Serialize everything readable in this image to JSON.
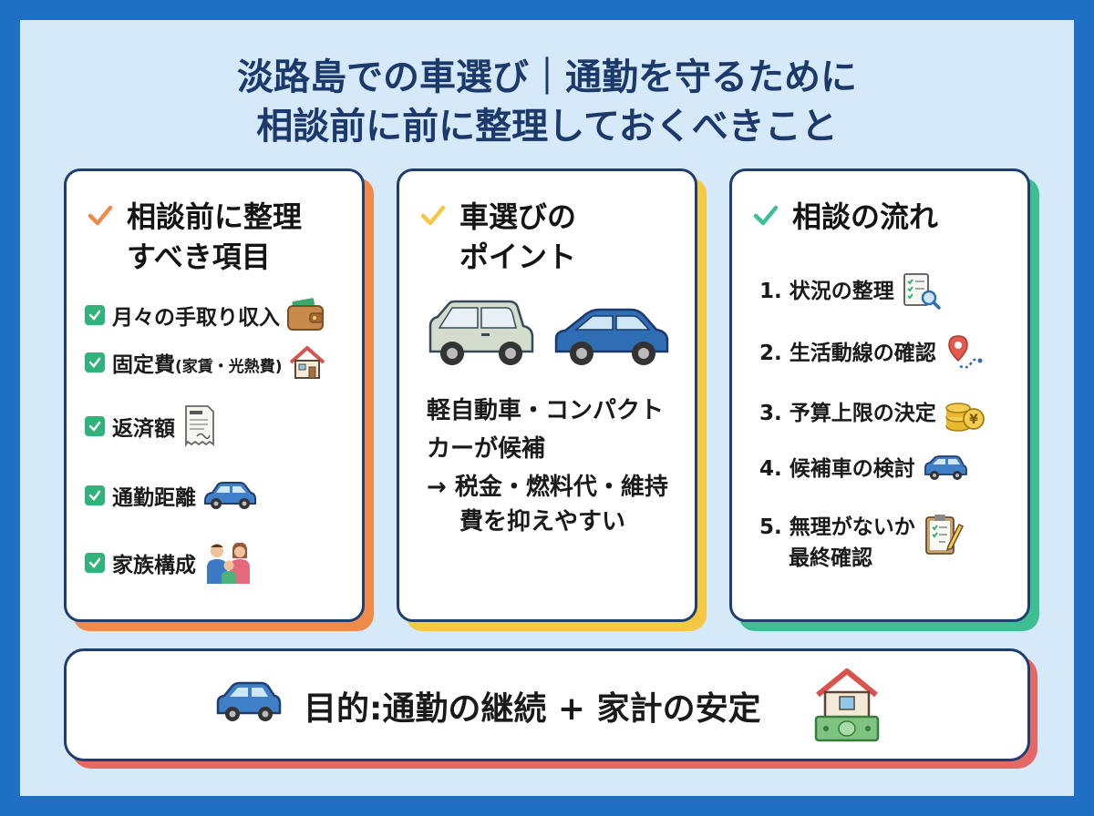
{
  "title": {
    "line1": "淡路島での車選び｜通勤を守るために",
    "line2": "相談前に前に整理しておくべきこと"
  },
  "colors": {
    "background": "#d6e9f8",
    "border": "#1f3d6e",
    "orange_accent": "#f08a4b",
    "yellow_accent": "#f5c842",
    "green_accent": "#3dbf93",
    "red_accent": "#e56766",
    "checkbox": "#2fb37a"
  },
  "card_prep": {
    "heading_line1": "相談前に整理",
    "heading_line2": "すべき項目",
    "items": [
      {
        "label": "月々の手取り収入",
        "icon": "wallet-icon"
      },
      {
        "label": "固定費",
        "note": "(家賃・光熱費)",
        "icon": "house-icon"
      },
      {
        "label": "返済額",
        "icon": "bill-icon"
      },
      {
        "label": "通勤距離",
        "icon": "car-icon"
      },
      {
        "label": "家族構成",
        "icon": "family-icon"
      }
    ]
  },
  "card_points": {
    "heading_line1": "車選びの",
    "heading_line2": "ポイント",
    "body_line1": "軽自動車・コンパクト",
    "body_line2": "カーが候補",
    "arrow_line1": "→ 税金・燃料代・維持",
    "arrow_line2": "費を抑えやすい"
  },
  "card_flow": {
    "heading": "相談の流れ",
    "steps": [
      {
        "label": "1. 状況の整理",
        "icon": "checklist-search-icon"
      },
      {
        "label": "2. 生活動線の確認",
        "icon": "map-pin-route-icon"
      },
      {
        "label": "3. 予算上限の決定",
        "icon": "yen-coins-icon"
      },
      {
        "label": "4. 候補車の検討",
        "icon": "car-icon"
      },
      {
        "label": "5. 無理がないか",
        "label2": "最終確認",
        "icon": "clipboard-pencil-icon"
      }
    ]
  },
  "banner": {
    "text": "目的:通勤の継続 + 家計の安定"
  }
}
